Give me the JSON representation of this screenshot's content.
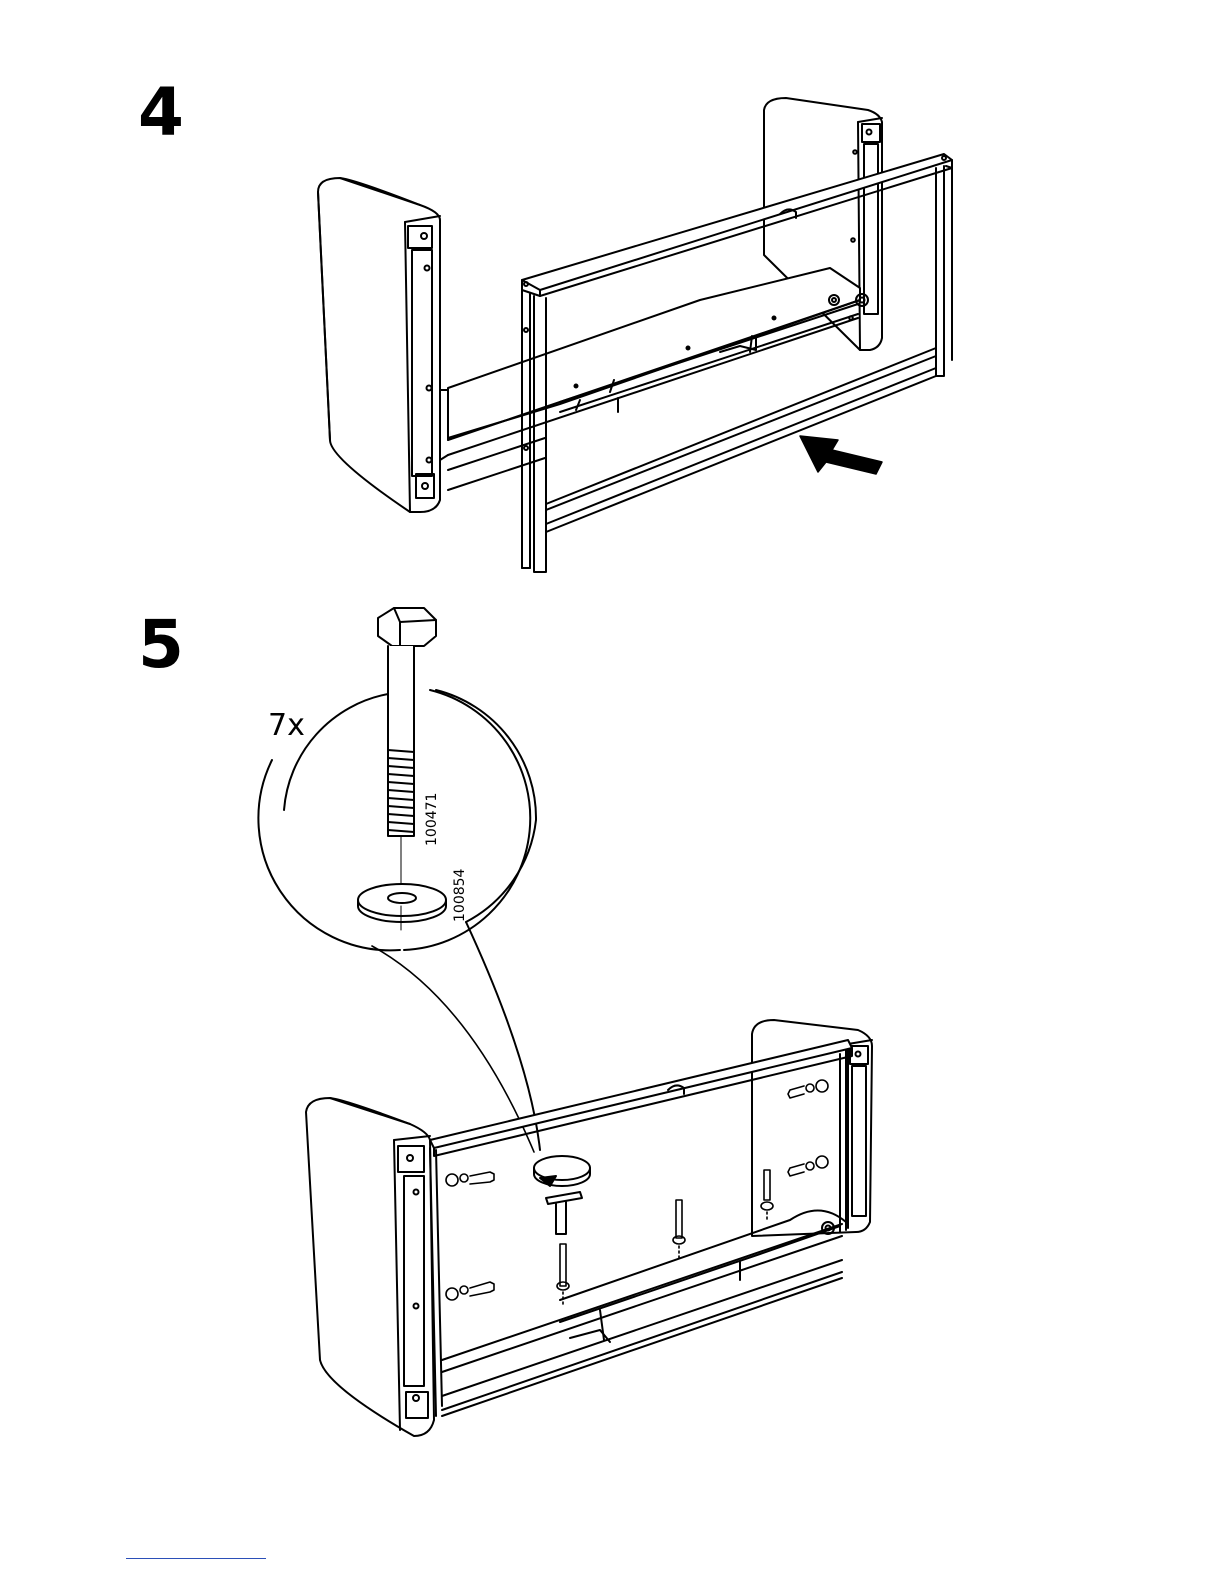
{
  "steps": [
    {
      "number": "4"
    },
    {
      "number": "5"
    }
  ],
  "step5": {
    "quantity": "7x",
    "bolt_part_number": "100471",
    "washer_part_number": "100854"
  },
  "colors": {
    "ink": "#000000",
    "footer_line": "#2b4fb8"
  }
}
